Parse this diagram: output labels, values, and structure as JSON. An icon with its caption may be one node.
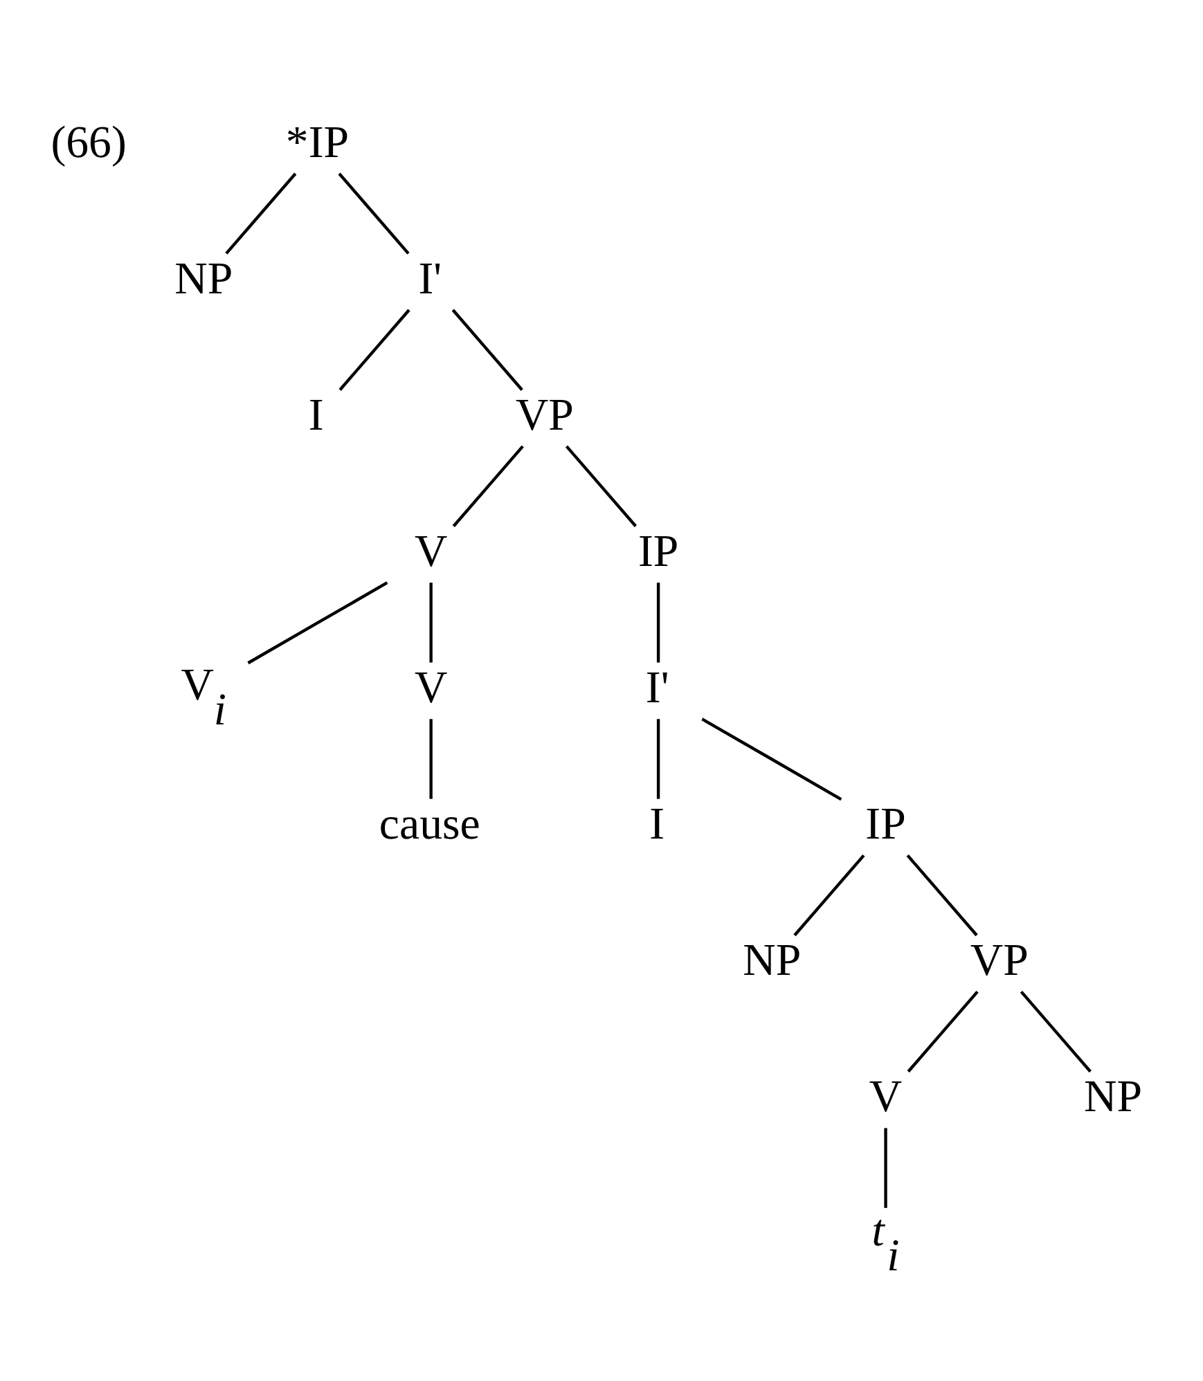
{
  "diagram": {
    "nodes": [
      {
        "text": [
          "*IP"
        ]
      },
      {
        "text": [
          "NP"
        ]
      },
      {
        "text": [
          "I'"
        ]
      },
      {
        "text": [
          "I"
        ]
      },
      {
        "text": [
          "VP"
        ]
      },
      {
        "text": [
          "V"
        ]
      },
      {
        "text": [
          "IP"
        ]
      },
      {
        "text": [
          "V$_{i}$"
        ]
      },
      {
        "text": [
          "V"
        ]
      },
      {
        "text": [
          "I'"
        ]
      },
      {
        "text": [
          "cause"
        ]
      },
      {
        "text": [
          "I"
        ]
      },
      {
        "text": [
          "IP"
        ]
      },
      {
        "text": [
          "NP"
        ]
      },
      {
        "text": [
          "VP"
        ]
      },
      {
        "text": [
          "V"
        ]
      },
      {
        "text": [
          "NP"
        ]
      },
      {
        "text": [
          "*t*$_{i}$"
        ]
      }
    ],
    "edges": [
      {
        "from": 0,
        "to": 1,
        "arrow": "none"
      },
      {
        "from": 0,
        "to": 2,
        "arrow": "none"
      },
      {
        "from": 2,
        "to": 3,
        "arrow": "none"
      },
      {
        "from": 2,
        "to": 4,
        "arrow": "none"
      },
      {
        "from": 4,
        "to": 5,
        "arrow": "none"
      },
      {
        "from": 4,
        "to": 6,
        "arrow": "none"
      },
      {
        "from": 5,
        "to": 7,
        "arrow": "none"
      },
      {
        "from": 5,
        "to": 8,
        "arrow": "none"
      },
      {
        "from": 6,
        "to": 9,
        "arrow": "none"
      },
      {
        "from": 8,
        "to": 10,
        "arrow": "none"
      },
      {
        "from": 9,
        "to": 11,
        "arrow": "none"
      },
      {
        "from": 9,
        "to": 12,
        "arrow": "none"
      },
      {
        "from": 12,
        "to": 13,
        "arrow": "none"
      },
      {
        "from": 12,
        "to": 14,
        "arrow": "none"
      },
      {
        "from": 14,
        "to": 15,
        "arrow": "none"
      },
      {
        "from": 14,
        "to": 16,
        "arrow": "none"
      },
      {
        "from": 15,
        "to": 17,
        "arrow": "none"
      }
    ],
    "labels": [
      "(66)"
    ]
  }
}
